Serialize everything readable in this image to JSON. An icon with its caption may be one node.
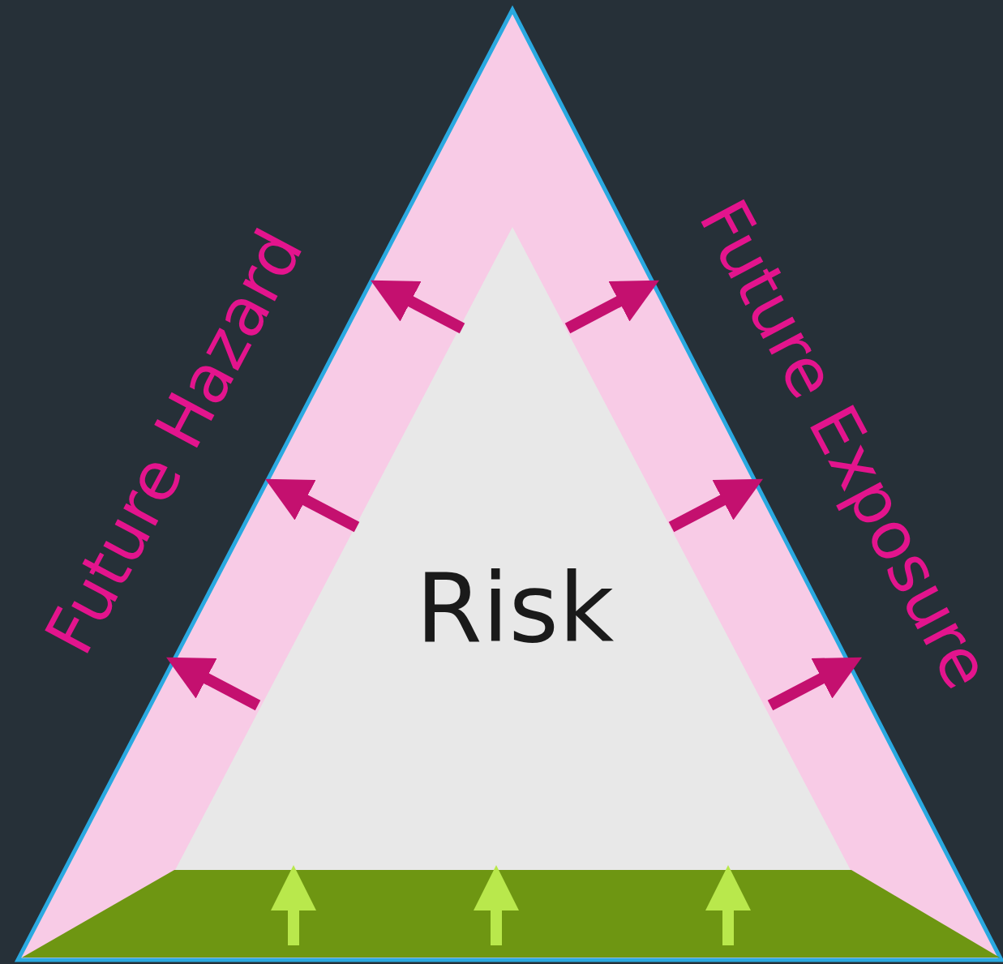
{
  "diagram": {
    "nodes": [
      {
        "text": [
          "Risk"
        ]
      }
    ],
    "labels": [
      "Future Hazard",
      "Future Exposure"
    ]
  }
}
